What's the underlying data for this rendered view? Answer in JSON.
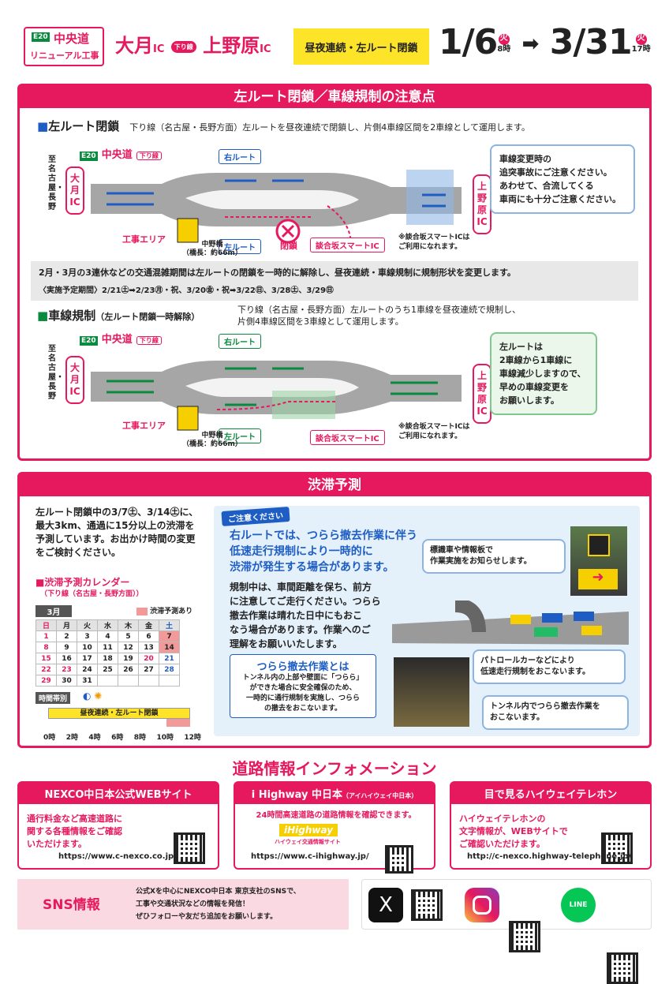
{
  "header": {
    "route_code": "E20",
    "line": "中央道",
    "renewal": "リニューアル工事",
    "from": "大月",
    "ic": "IC",
    "dir": "下り線",
    "to": "上野原",
    "closure": "昼夜連続・左ルート閉鎖",
    "start_date": "1/6",
    "start_dow": "火",
    "start_time": "8時",
    "end_date": "3/31",
    "end_dow": "火",
    "end_time": "17時"
  },
  "section1": {
    "title": "左ルート閉鎖／車線規制の注意点",
    "a_title": "左ルート閉鎖",
    "a_desc": "下り線（名古屋・長野方面）左ルートを昼夜連続で閉鎖し、片側4車線区間を2車線として運用します。",
    "right_route": "右ルート",
    "left_route": "左ルート",
    "closed": "閉鎖",
    "work_area": "工事エリア",
    "bridge": "中野橋",
    "bridge_len": "（橋長：約66m）",
    "towards": "至 名古屋・長野",
    "ic_otsuki": "大月IC",
    "ic_uenohara": "上野原IC",
    "smart_ic": "談合坂スマートIC",
    "smart_note1": "※談合坂スマートICは",
    "smart_note2": "ご利用になれます。",
    "bubble1": [
      "車線変更時の",
      "追突事故にご注意ください。",
      "あわせて、合流してくる",
      "車両にも十分ご注意ください。"
    ],
    "period_note": "2月・3月の3連休などの交通混雑期間は左ルートの閉鎖を一時的に解除し、昼夜連続・車線規制に規制形状を変更します。",
    "period_dates": "〈実施予定期間〉2/21㊏➡2/23㊊・祝、3/20㊎・祝➡3/22㊐、3/28㊏、3/29㊐",
    "b_title": "車線規制",
    "b_sub": "（左ルート閉鎖一時解除）",
    "b_desc1": "下り線（名古屋・長野方面）左ルートのうち1車線を昼夜連続で規制し、",
    "b_desc2": "片側4車線区間を3車線として運用します。",
    "bubble2": [
      "左ルートは",
      "2車線から1車線に",
      "車線減少しますので、",
      "早めの車線変更を",
      "お願いします。"
    ]
  },
  "section2": {
    "title": "渋滞予測",
    "intro": [
      "左ルート閉鎖中の3/7㊏、3/14㊏に、",
      "最大3km、通過に15分以上の渋滞を",
      "予測しています。お出かけ時間の変更",
      "をご検討ください。"
    ],
    "cal_title": "渋滞予測カレンダー",
    "cal_sub": "（下り線（名古屋・長野方面））",
    "month": "3月",
    "legend": "渋滞予測あり",
    "dow": [
      "日",
      "月",
      "火",
      "水",
      "木",
      "金",
      "土"
    ],
    "weeks": [
      [
        "1",
        "2",
        "3",
        "4",
        "5",
        "6",
        "7"
      ],
      [
        "8",
        "9",
        "10",
        "11",
        "12",
        "13",
        "14"
      ],
      [
        "15",
        "16",
        "17",
        "18",
        "19",
        "20",
        "21"
      ],
      [
        "22",
        "23",
        "24",
        "25",
        "26",
        "27",
        "28"
      ],
      [
        "29",
        "30",
        "31",
        "",
        "",
        "",
        ""
      ]
    ],
    "time_label": "時間帯別",
    "time_bar": "昼夜連続・左ルート閉鎖",
    "hours": [
      "0時",
      "2時",
      "4時",
      "6時",
      "8時",
      "10時",
      "12時"
    ],
    "caution": "ご注意ください",
    "warn": [
      "右ルートでは、つらら撤去作業に伴う",
      "低速走行規制により一時的に",
      "渋滞が発生する場合があります。"
    ],
    "warn_body": [
      "規制中は、車間距離を保ち、前方",
      "に注意してご走行ください。つらら",
      "撤去作業は晴れた日中にもおこ",
      "なう場合があります。作業へのご",
      "理解をお願いいたします。"
    ],
    "tsurara_t": "つらら撤去作業とは",
    "tsurara_b": [
      "トンネル内の上部や壁面に「つらら」",
      "ができた場合に安全確保のため、",
      "一時的に通行規制を実施し、つらら",
      "の撤去をおこないます。"
    ],
    "b_sign": [
      "標識車や情報板で",
      "作業実施をお知らせします。"
    ],
    "b_patrol": [
      "パトロールカーなどにより",
      "低速走行規制をおこないます。"
    ],
    "b_tunnel": [
      "トンネル内でつらら撤去作業を",
      "おこないます。"
    ]
  },
  "section3": {
    "title": "道路情報インフォメーション",
    "c1_title": "NEXCO中日本公式WEBサイト",
    "c1_body": [
      "通行料金など高速道路に",
      "関する各種情報をご確認",
      "いただけます。"
    ],
    "c1_url": "https://www.c-nexco.co.jp",
    "c2_title": "i Highway 中日本",
    "c2_title_sub": "（アイハイウェイ中日本）",
    "c2_body": "24時間高速道路の道路情報を確認できます。",
    "c2_logo": "iHighway",
    "c2_logo_sub": "ハイウェイ交通情報サイト",
    "c2_url": "https://www.c-ihighway.jp/",
    "c3_title": "目で見るハイウェイテレホン",
    "c3_body": [
      "ハイウェイテレホンの",
      "文字情報が、WEBサイトで",
      "ご確認いただけます。"
    ],
    "c3_url": "http://c-nexco.highway-telephone.jp/"
  },
  "sns": {
    "label": "SNS情報",
    "text": [
      "公式Xを中心にNEXCO中日本 東京支社のSNSで、",
      "工事や交通状況などの情報を発信！",
      "ぜひフォローや友だち追加をお願いします。"
    ],
    "x": "X",
    "line": "LINE"
  }
}
